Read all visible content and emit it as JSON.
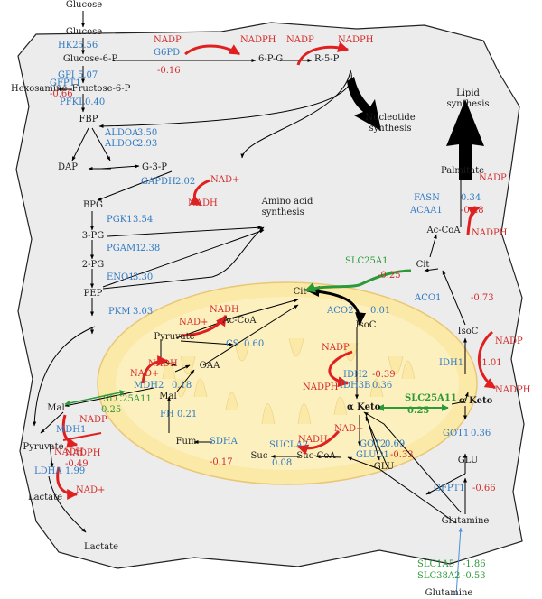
{
  "colors": {
    "cell_fill": "#ececec",
    "mito_fill": "#fbe9a8",
    "gene": "#2f79c2",
    "cofactor": "#d42a2a",
    "transporter": "#2c9a38",
    "arrow": "#000000"
  },
  "metabolites": {
    "glucose_in": "Glucose",
    "glucose": "Glucose",
    "g6p": "Glucose-6-P",
    "hexosamine": "Hexosamine",
    "f6p": "Fructose-6-P",
    "pg6": "6-P-G",
    "r5p": "R-5-P",
    "nucleotide": "Nucleotide\nsynthesis",
    "lipid": "Lipid\nsynthesis",
    "fbp": "FBP",
    "dap": "DAP",
    "g3p": "G-3-P",
    "bpg": "BPG",
    "aa": "Amino acid\nsynthesis",
    "pg3": "3-PG",
    "pg2": "2-PG",
    "pep": "PEP",
    "palmitate": "Palmitate",
    "accoa_cyt": "Ac-CoA",
    "cit_cyt": "Cit",
    "isoc_cyt": "IsoC",
    "aketo_cyt": "α Keto",
    "glu_cyt": "GLU",
    "glutamine": "Glutamine",
    "glutamine_out": "Glutamine",
    "pyruvate_mito": "Pyruvate",
    "accoa_mito": "Ac-CoA",
    "cit_mito": "Cit",
    "oaa": "OAA",
    "isoc_mito": "IsoC",
    "mal_mito": "Mal",
    "aketo_mito": "α Keto",
    "fum": "Fum",
    "suc": "Suc",
    "succoa": "Suc-CoA",
    "glu_mito": "GLU",
    "mal_cyt": "Mal",
    "pyruvate_cyt": "Pyruvate",
    "lactate": "Lactate",
    "lactate_out": "Lactate"
  },
  "genes": {
    "hk2": "HK2",
    "hk2_v": "5.56",
    "gpi": "GPI",
    "gpi_v": "5.07",
    "gfpt1_a": "GFPT1",
    "gfpt1_a_v": "-0.66",
    "pfkl": "PFKL",
    "pfkl_v": "0.40",
    "g6pd": "G6PD",
    "g6pd_v": "-0.16",
    "aldoa": "ALDOA",
    "aldoa_v": "3.50",
    "aldoc": "ALDOC",
    "aldoc_v": "2.93",
    "gapdh": "GAPDH",
    "gapdh_v": "2.02",
    "pgk1": "PGK1",
    "pgk1_v": "3.54",
    "pgam1": "PGAM1",
    "pgam1_v": "2.38",
    "eno1": "ENO1",
    "eno1_v": "3.30",
    "pkm": "PKM",
    "pkm_v": "3.03",
    "cs": "CS",
    "cs_v": "0.60",
    "aco2": "ACO2",
    "aco2_v": "0.01",
    "idh2": "IDH2",
    "idh2_v": "-0.39",
    "idh3b": "IDH3B",
    "idh3b_v": "0.36",
    "mdh2": "MDH2",
    "mdh2_v": "0.18",
    "fh": "FH",
    "fh_v": "0.21",
    "sdha": "SDHA",
    "sdha_v": "-0.17",
    "sucla2": "SUCLA2",
    "sucla2_v": "0.08",
    "got2": "GOT2",
    "got2_v": "0.69",
    "glud1": "GLUD1",
    "glud1_v": "-0.33",
    "mdh1": "MDH1",
    "mdh1_v": "-0.49",
    "ldha": "LDHA",
    "ldha_v": "1.99",
    "fasn": "FASN",
    "fasn_v": "0.34",
    "acaa1": "ACAA1",
    "acaa1_v": "-0.28",
    "aco1": "ACO1",
    "aco1_v": "-0.73",
    "idh1": "IDH1",
    "idh1_v": "-1.01",
    "got1": "GOT1",
    "got1_v": "0.36",
    "gfpt1_b": "GFPT1",
    "gfpt1_b_v": "-0.66"
  },
  "transporters": {
    "slc25a1": "SLC25A1",
    "slc25a1_v": "-0.25",
    "slc25a11_b": "SLC25A11",
    "slc25a11_b_v": "0.25",
    "slc25a11_a": "SLC25A11",
    "slc25a11_a_v": "0.25",
    "slc1a5": "SLC1A5",
    "slc1a5_v": "-1.86",
    "slc38a2": "SLC38A2",
    "slc38a2_v": "-0.53"
  },
  "cofactors": {
    "g6pd_nadp": "NADP",
    "g6pd_nadph": "NADPH",
    "ppp_nadp": "NADP",
    "ppp_nadph": "NADPH",
    "gapdh_nad": "NAD+",
    "gapdh_nadh": "NADH",
    "pdh_nad": "NAD+",
    "pdh_nadh": "NADH",
    "mdh2_nad": "NAD+",
    "mdh2_nadh": "NADH",
    "idh2_nadp": "NADP",
    "idh2_nadph": "NADPH",
    "sucla_nad": "NAD+",
    "sucla_nadh": "NADH",
    "mdh1_nadp": "NADP",
    "mdh1_nadph": "NADPH",
    "ldha_nadh": "NADH",
    "ldha_nad": "NAD+",
    "fasn_nadp": "NADP",
    "fasn_nadph": "NADPH",
    "idh1_nadp": "NADP",
    "idh1_nadph": "NADPH"
  }
}
